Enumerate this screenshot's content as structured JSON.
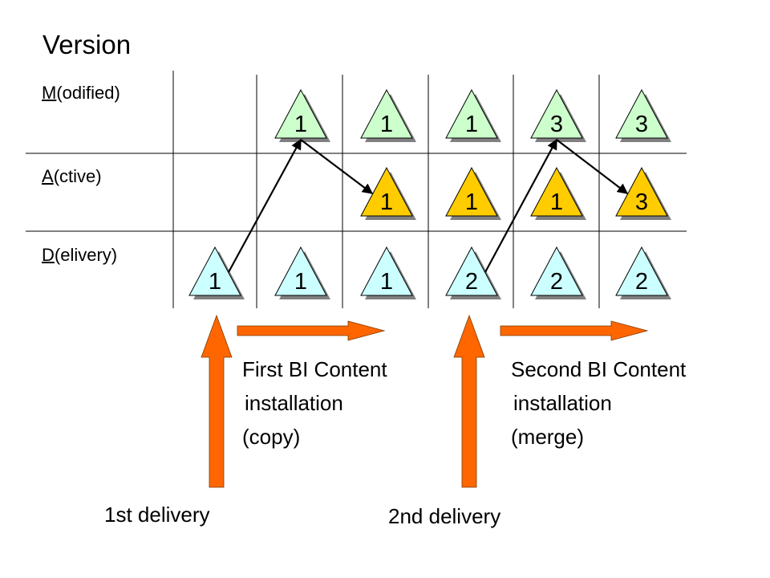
{
  "title": "Version",
  "rows": [
    {
      "key": "M",
      "rest": "(odified)",
      "name": "modified",
      "color": "#ccffcc"
    },
    {
      "key": "A",
      "rest": "(ctive)",
      "name": "active",
      "color": "#ffcc00"
    },
    {
      "key": "D",
      "rest": "(elivery)",
      "name": "delivery",
      "color": "#ccffff"
    }
  ],
  "grid": {
    "columns": 6,
    "cells": {
      "modified": [
        null,
        "1",
        "1",
        "1",
        "3",
        "3"
      ],
      "active": [
        null,
        null,
        "1",
        "1",
        "1",
        "3"
      ],
      "delivery": [
        "1",
        "1",
        "1",
        "2",
        "2",
        "2"
      ]
    }
  },
  "transitions": [
    {
      "from": {
        "row": "delivery",
        "col": 0
      },
      "to": {
        "row": "modified",
        "col": 1
      }
    },
    {
      "from": {
        "row": "modified",
        "col": 1
      },
      "to": {
        "row": "active",
        "col": 2
      }
    },
    {
      "from": {
        "row": "delivery",
        "col": 3
      },
      "to": {
        "row": "modified",
        "col": 4
      }
    },
    {
      "from": {
        "row": "modified",
        "col": 4
      },
      "to": {
        "row": "active",
        "col": 5
      }
    }
  ],
  "colors": {
    "block_arrow": "#ff6600",
    "line": "#000000",
    "shadow": "#808080"
  },
  "events": {
    "first_delivery": "1st delivery",
    "second_delivery": "2nd delivery",
    "first_install": [
      "First BI Content",
      "installation",
      "(copy)"
    ],
    "second_install": [
      "Second BI Content",
      "installation",
      "(merge)"
    ]
  }
}
